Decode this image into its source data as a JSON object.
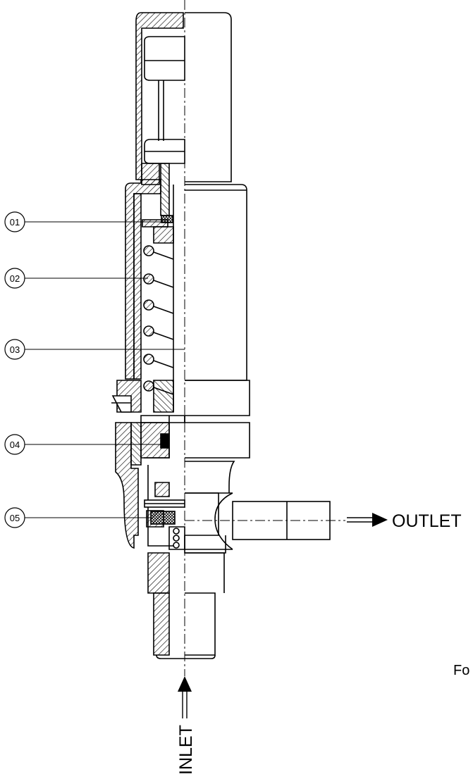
{
  "callouts": [
    {
      "id": "01"
    },
    {
      "id": "02"
    },
    {
      "id": "03"
    },
    {
      "id": "04"
    },
    {
      "id": "05"
    }
  ],
  "outlet_label": "OUTLET",
  "inlet_label": "INLET",
  "edge_text": "Fo",
  "colors": {
    "line": "#000000",
    "background": "#ffffff"
  }
}
